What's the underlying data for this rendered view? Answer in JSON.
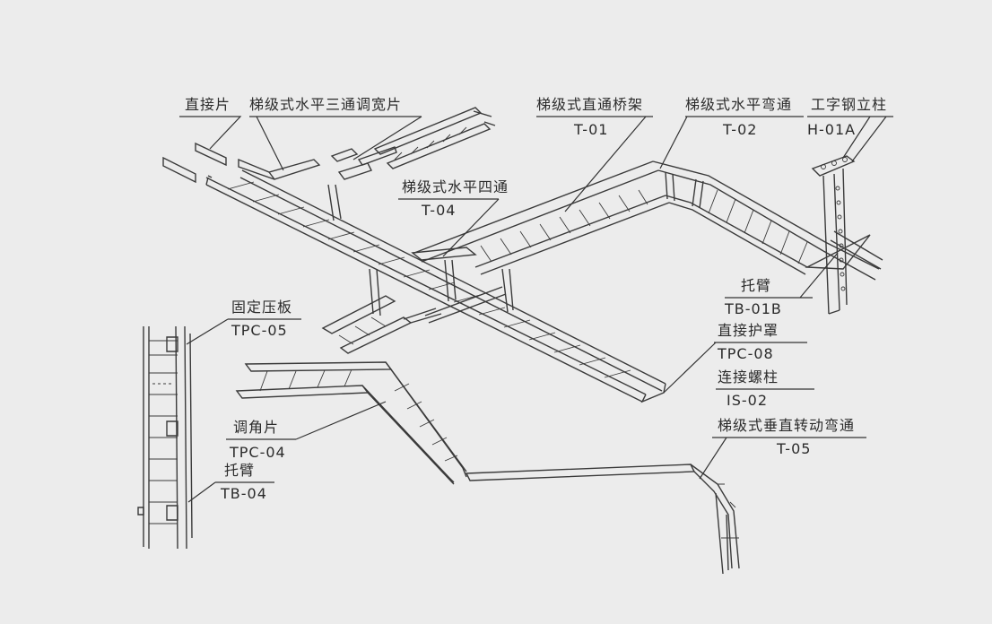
{
  "labels": {
    "direct_joint": "直接片",
    "horizontal_tee_adjust": "梯级式水平三通调宽片",
    "straight_tray": "梯级式直通桥架",
    "straight_tray_code": "T-01",
    "horizontal_bend": "梯级式水平弯通",
    "horizontal_bend_code": "T-02",
    "i_beam_column": "工字钢立柱",
    "i_beam_column_code": "H-01A",
    "horizontal_cross": "梯级式水平四通",
    "horizontal_cross_code": "T-04",
    "bracket_b": "托臂",
    "bracket_b_code": "TB-01B",
    "direct_cover": "直接护罩",
    "direct_cover_code": "TPC-08",
    "connect_bolt": "连接螺柱",
    "connect_bolt_code": "IS-02",
    "vertical_turn_bend": "梯级式垂直转动弯通",
    "vertical_turn_bend_code": "T-05",
    "fixing_plate": "固定压板",
    "fixing_plate_code": "TPC-05",
    "angle_adjust": "调角片",
    "angle_adjust_code": "TPC-04",
    "bracket": "托臂",
    "bracket_code": "TB-04"
  }
}
